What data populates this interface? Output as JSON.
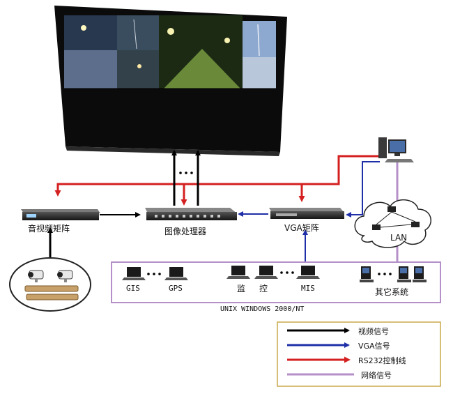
{
  "nodes": {
    "av_matrix": "音视频矩阵",
    "image_processor": "图像处理器",
    "vga_matrix": "VGA矩阵",
    "lan": "LAN",
    "gis": "GIS",
    "gps": "GPS",
    "monitor_1": "监",
    "monitor_2": "控",
    "mis": "MIS",
    "other_systems": "其它系统",
    "os_label": "UNIX  WINDOWS 2000/NT"
  },
  "legend": {
    "video": "视频信号",
    "vga": "VGA信号",
    "rs232": "RS232控制线",
    "network": "网络信号"
  },
  "colors": {
    "video": "#000000",
    "vga": "#1f2fa8",
    "rs232": "#d42020",
    "network": "#b48fc8",
    "legend_border": "#c8a84a"
  }
}
